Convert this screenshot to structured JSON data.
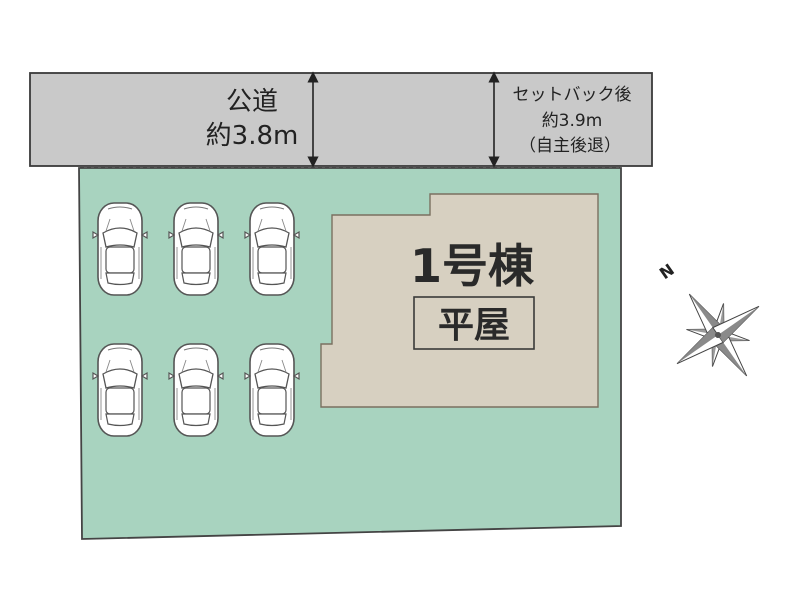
{
  "road": {
    "name": "公道",
    "width": "約3.8m"
  },
  "setback": {
    "line1": "セットバック後",
    "line2": "約3.9m",
    "line3": "（自主後退）"
  },
  "building": {
    "name": "1号棟",
    "type": "平屋"
  },
  "compass": {
    "north_label": "N"
  },
  "parking": {
    "car_count": 6
  },
  "colors": {
    "road": "#c9c9c9",
    "lot": "#a8d3bf",
    "building": "#d7d0c1",
    "outline": "#444444"
  },
  "icons": {
    "car": "car-top-view-icon",
    "compass": "compass-rose-icon"
  }
}
